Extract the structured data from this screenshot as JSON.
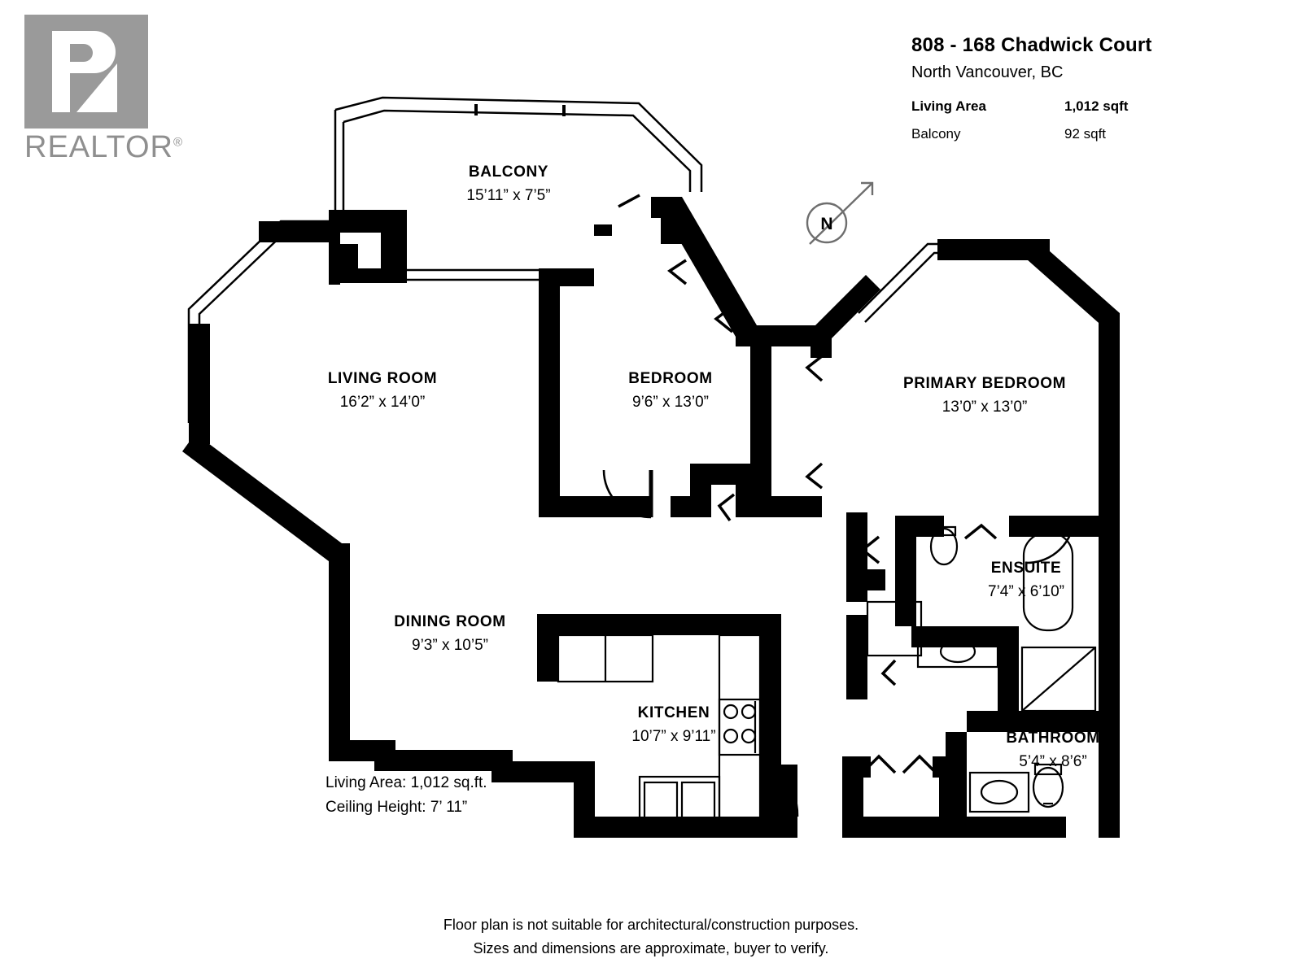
{
  "logo": {
    "text": "REALTOR",
    "registered": "®"
  },
  "header": {
    "address_line1": "808 - 168 Chadwick Court",
    "address_line2": "North Vancouver, BC",
    "stats": [
      {
        "label": "Living Area",
        "value": "1,012 sqft",
        "bold": true
      },
      {
        "label": "Balcony",
        "value": "92 sqft",
        "bold": false
      }
    ]
  },
  "compass": {
    "letter": "N"
  },
  "rooms": [
    {
      "name": "BALCONY",
      "dims": "15’11” x 7’5”"
    },
    {
      "name": "LIVING ROOM",
      "dims": "16’2” x 14’0”"
    },
    {
      "name": "BEDROOM",
      "dims": "9’6” x 13’0”"
    },
    {
      "name": "PRIMARY BEDROOM",
      "dims": "13’0” x 13’0”"
    },
    {
      "name": "DINING ROOM",
      "dims": "9’3” x 10’5”"
    },
    {
      "name": "KITCHEN",
      "dims": "10’7” x 9’11”"
    },
    {
      "name": "ENSUITE",
      "dims": "7’4” x 6’10”"
    },
    {
      "name": "BATHROOM",
      "dims": "5’4” x 8’6”"
    }
  ],
  "notes": {
    "living_area": "Living Area: 1,012 sq.ft.",
    "ceiling_height": "Ceiling Height: 7’ 11”"
  },
  "footer": {
    "line1": "Floor plan is not suitable for architectural/construction purposes.",
    "line2": "Sizes and dimensions are approximate, buyer to verify."
  }
}
